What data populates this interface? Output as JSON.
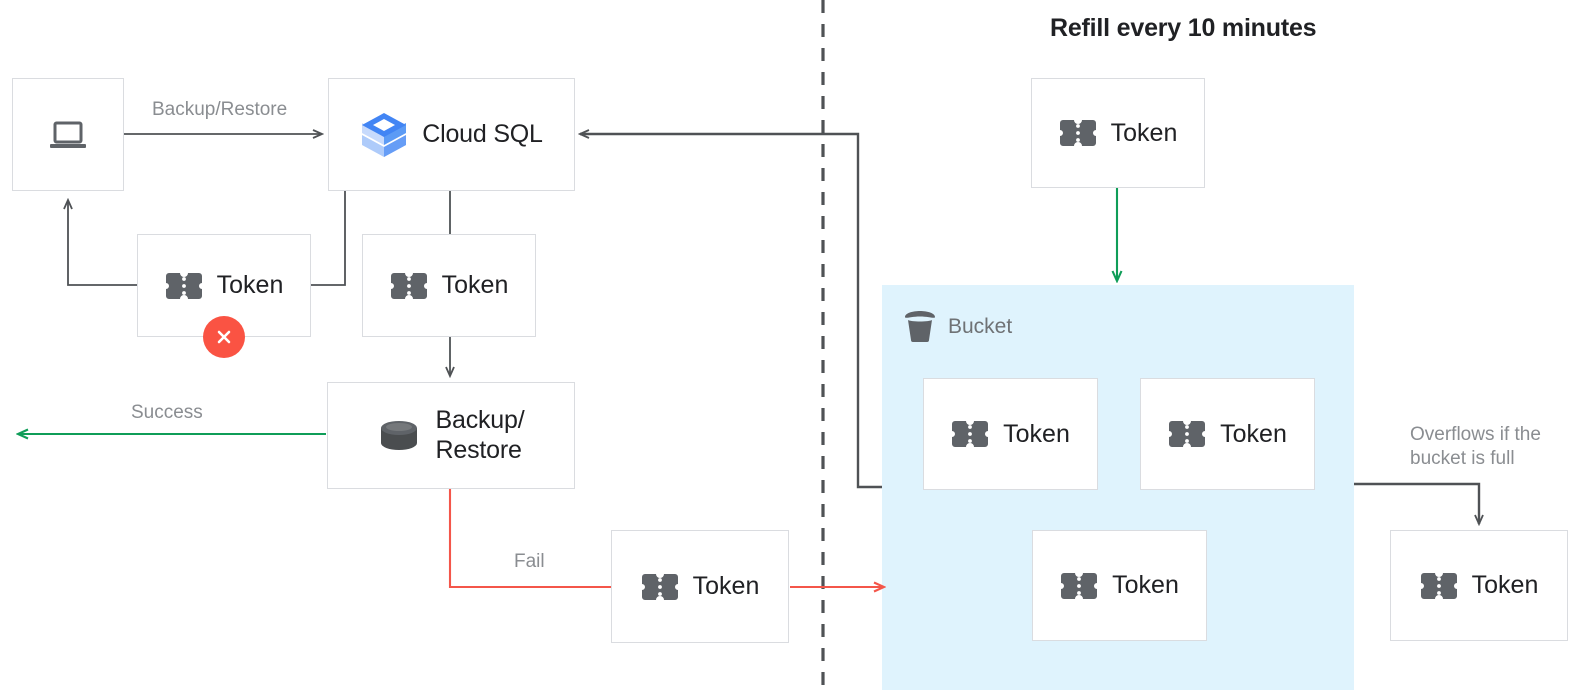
{
  "colors": {
    "token_icon": "#5f6368",
    "box_border": "#dadce0",
    "wire_dark": "#4f5255",
    "wire_green": "#0f9d58",
    "wire_red": "#f4564a",
    "fail_badge": "#fa5343",
    "bucket_fill": "#dff3fd",
    "label_gray": "#8a8d91",
    "text_dark": "#202124",
    "cloudsql_blue": "#4285f4",
    "cloudsql_blue_light": "#aecbfa"
  },
  "title": "Refill every 10 minutes",
  "nodes": {
    "client": {
      "icon": "laptop-icon",
      "label": ""
    },
    "cloud_sql": {
      "icon": "cloud-sql-icon",
      "label": "Cloud SQL"
    },
    "token_client": {
      "icon": "token-icon",
      "label": "Token",
      "badge": "fail-x-badge"
    },
    "token_cloudsql": {
      "icon": "token-icon",
      "label": "Token"
    },
    "backup_restore": {
      "icon": "database-icon",
      "label": "Backup/\nRestore"
    },
    "token_fail": {
      "icon": "token-icon",
      "label": "Token"
    },
    "token_refill": {
      "icon": "token-icon",
      "label": "Token"
    },
    "token_bucket_1": {
      "icon": "token-icon",
      "label": "Token"
    },
    "token_bucket_2": {
      "icon": "token-icon",
      "label": "Token"
    },
    "token_bucket_3": {
      "icon": "token-icon",
      "label": "Token"
    },
    "token_overflow": {
      "icon": "token-icon",
      "label": "Token"
    }
  },
  "bucket": {
    "icon": "bucket-icon",
    "label": "Bucket"
  },
  "edges": {
    "backup_restore": "Backup/Restore",
    "success": "Success",
    "fail": "Fail",
    "overflow": "Overflows if the\nbucket is full"
  }
}
